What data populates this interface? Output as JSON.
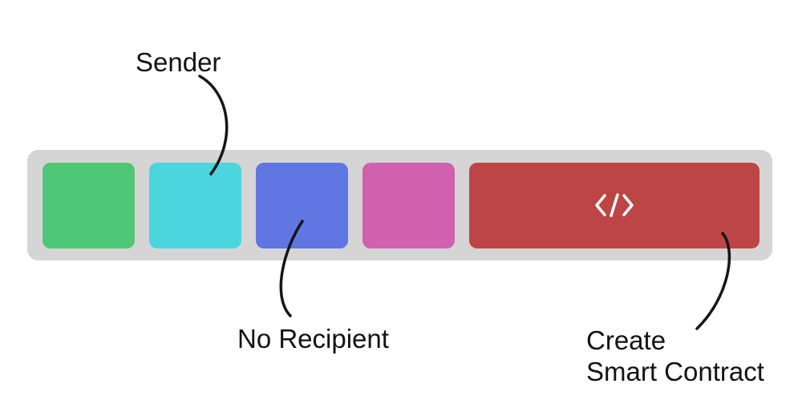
{
  "page": {
    "background_color": "#FFFFFF",
    "text_color": "#121212"
  },
  "annotations": {
    "sender": {
      "label": "Sender"
    },
    "no_recipient": {
      "label": "No Recipient"
    },
    "create_smart_contract": {
      "label_line1": "Create",
      "label_line2": "Smart Contract"
    }
  },
  "connectors": {
    "color": "#161616"
  },
  "transaction_bar": {
    "background_color": "#D5D5D5",
    "fields": [
      {
        "id": "green-field",
        "color": "#50C776"
      },
      {
        "id": "sender-field",
        "color": "#4DD5DE"
      },
      {
        "id": "no-recipient-field",
        "color": "#6076E0"
      },
      {
        "id": "pink-field",
        "color": "#D160AE"
      },
      {
        "id": "smart-contract-field",
        "color": "#BE4545",
        "icon": "code-icon",
        "icon_color": "#FFFFFF"
      }
    ]
  }
}
